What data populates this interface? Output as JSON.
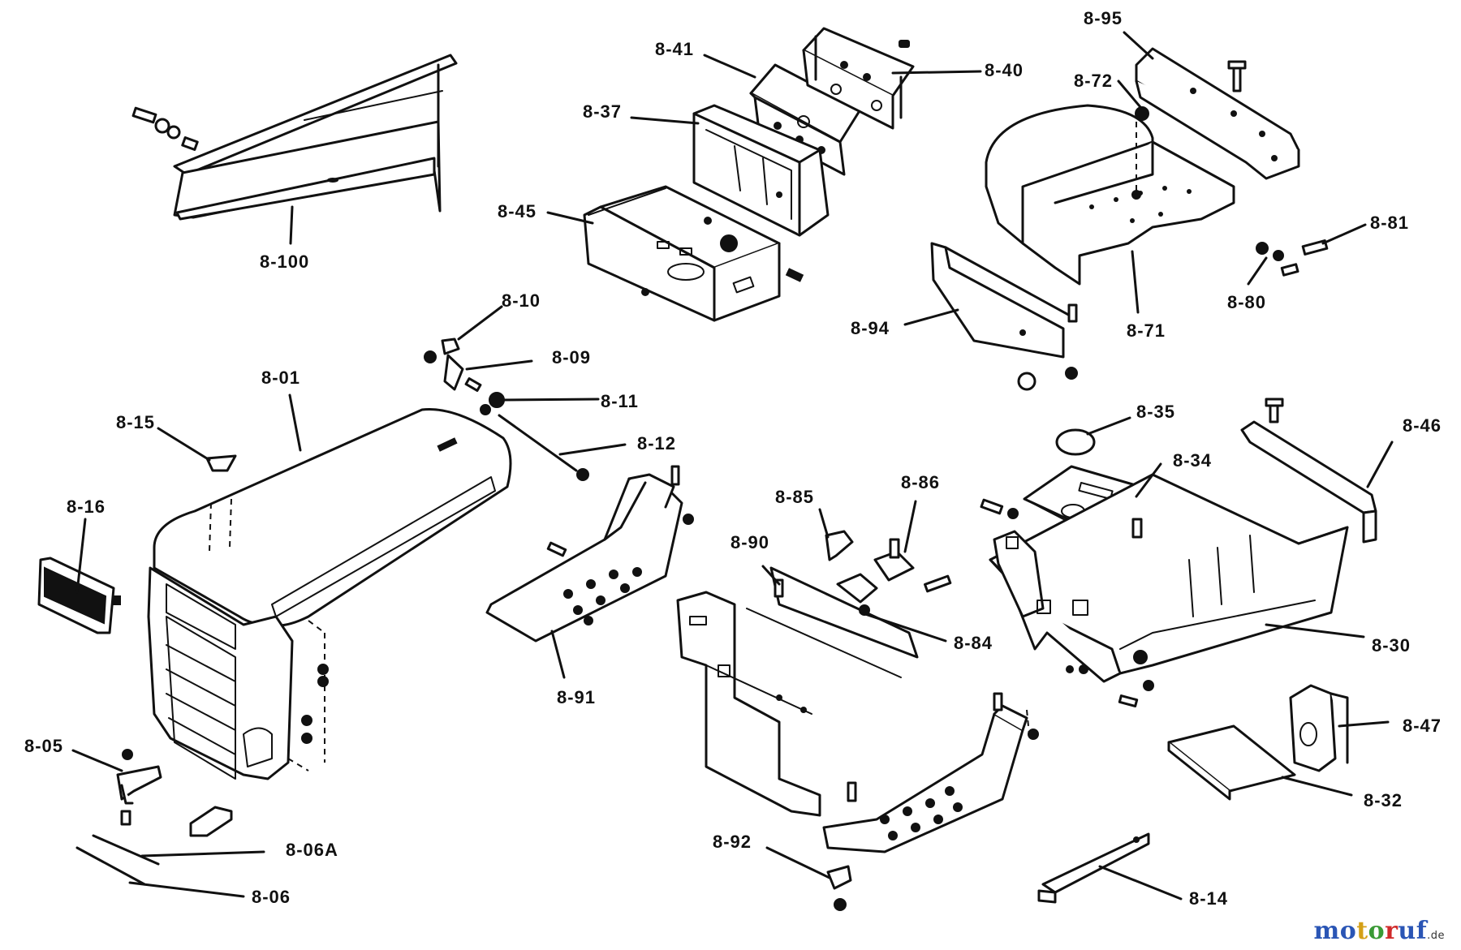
{
  "diagram": {
    "callouts": [
      {
        "id": "8-100",
        "label": "8-100"
      },
      {
        "id": "8-41",
        "label": "8-41"
      },
      {
        "id": "8-40",
        "label": "8-40"
      },
      {
        "id": "8-37",
        "label": "8-37"
      },
      {
        "id": "8-45",
        "label": "8-45"
      },
      {
        "id": "8-95",
        "label": "8-95"
      },
      {
        "id": "8-72",
        "label": "8-72"
      },
      {
        "id": "8-81",
        "label": "8-81"
      },
      {
        "id": "8-80",
        "label": "8-80"
      },
      {
        "id": "8-71",
        "label": "8-71"
      },
      {
        "id": "8-94",
        "label": "8-94"
      },
      {
        "id": "8-10",
        "label": "8-10"
      },
      {
        "id": "8-09",
        "label": "8-09"
      },
      {
        "id": "8-11",
        "label": "8-11"
      },
      {
        "id": "8-12",
        "label": "8-12"
      },
      {
        "id": "8-01",
        "label": "8-01"
      },
      {
        "id": "8-15",
        "label": "8-15"
      },
      {
        "id": "8-16",
        "label": "8-16"
      },
      {
        "id": "8-05",
        "label": "8-05"
      },
      {
        "id": "8-06A",
        "label": "8-06A"
      },
      {
        "id": "8-06",
        "label": "8-06"
      },
      {
        "id": "8-91",
        "label": "8-91"
      },
      {
        "id": "8-85",
        "label": "8-85"
      },
      {
        "id": "8-86",
        "label": "8-86"
      },
      {
        "id": "8-90",
        "label": "8-90"
      },
      {
        "id": "8-84",
        "label": "8-84"
      },
      {
        "id": "8-35",
        "label": "8-35"
      },
      {
        "id": "8-34",
        "label": "8-34"
      },
      {
        "id": "8-46",
        "label": "8-46"
      },
      {
        "id": "8-30",
        "label": "8-30"
      },
      {
        "id": "8-47",
        "label": "8-47"
      },
      {
        "id": "8-32",
        "label": "8-32"
      },
      {
        "id": "8-92",
        "label": "8-92"
      },
      {
        "id": "8-14",
        "label": "8-14"
      }
    ]
  },
  "watermark": {
    "letters": [
      "m",
      "o",
      "t",
      "o",
      "r",
      "u",
      "f"
    ],
    "letter_colors": [
      "#2a55b5",
      "#2a55b5",
      "#d4a017",
      "#3a9a35",
      "#d02a2a",
      "#2a55b5",
      "#2a55b5"
    ],
    "tld": ".de"
  }
}
